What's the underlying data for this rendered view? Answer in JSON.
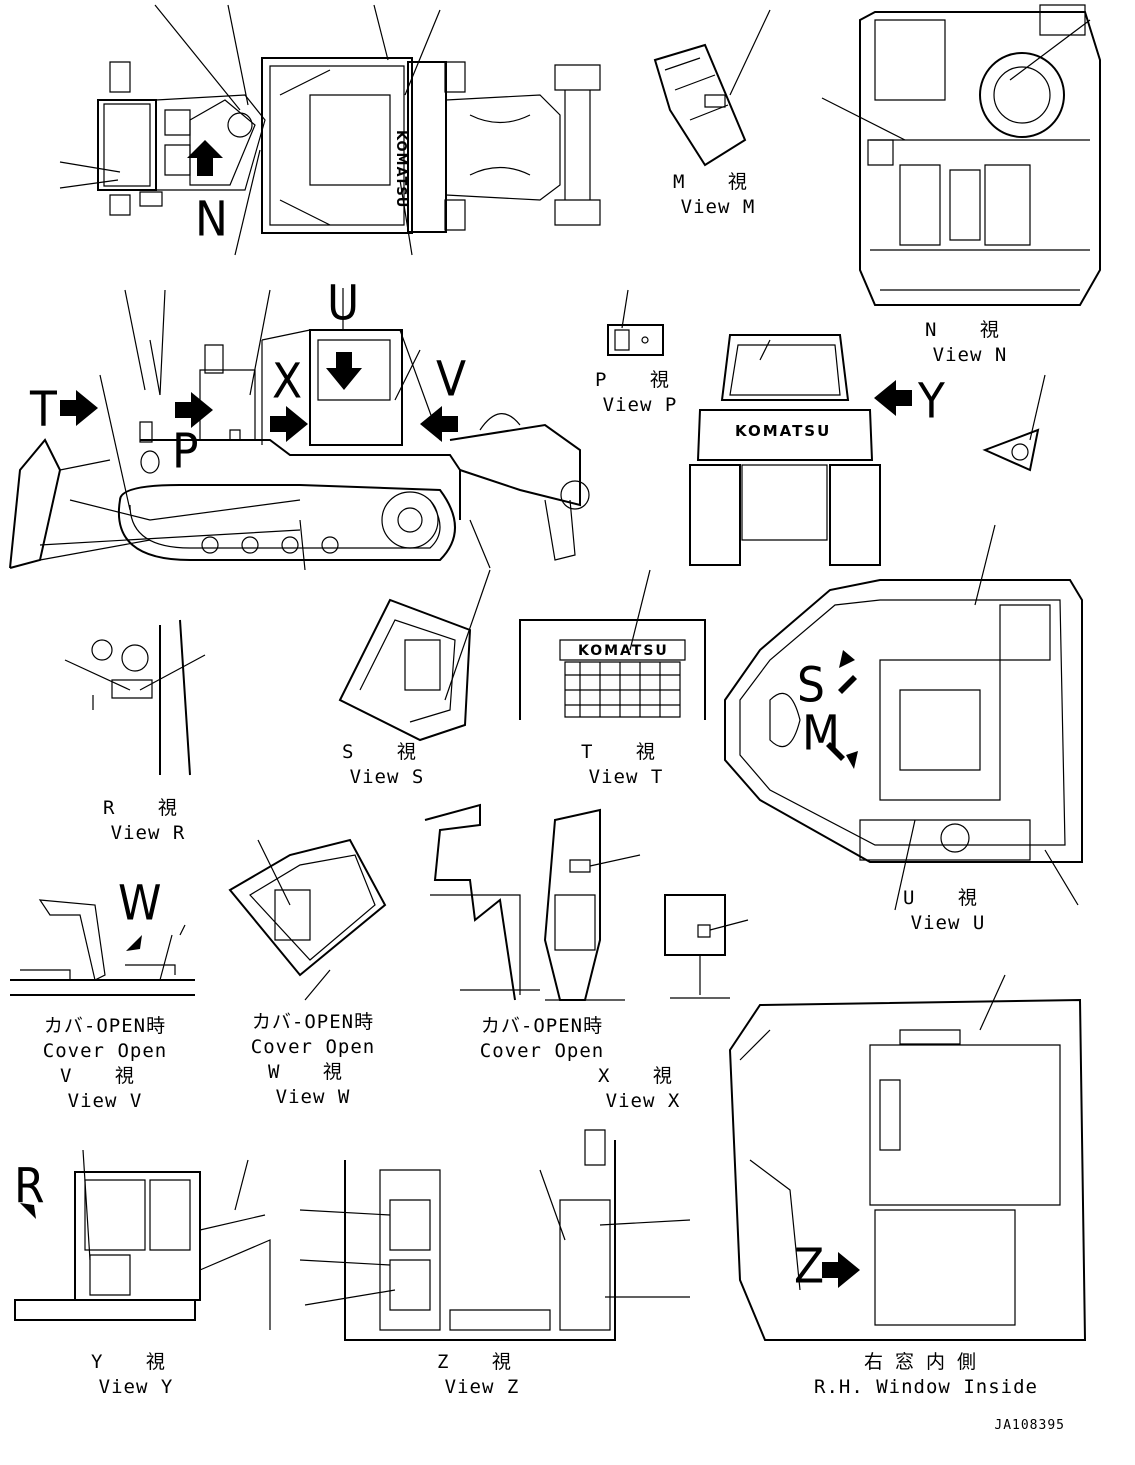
{
  "view_letters": {
    "N": "N",
    "U": "U",
    "T": "T",
    "X": "X",
    "V": "V",
    "P": "P",
    "Y": "Y",
    "S": "S",
    "M": "M",
    "W": "W",
    "R": "R",
    "Z": "Z"
  },
  "machine_brand": "KOMATSU",
  "views": {
    "m": {
      "jp": "M 視",
      "en": "View M"
    },
    "n": {
      "jp": "N 視",
      "en": "View N"
    },
    "p": {
      "jp": "P 視",
      "en": "View P"
    },
    "r": {
      "jp": "R 視",
      "en": "View R"
    },
    "s": {
      "jp": "S 視",
      "en": "View S"
    },
    "t": {
      "jp": "T 視",
      "en": "View T"
    },
    "u": {
      "jp": "U 視",
      "en": "View U"
    },
    "v": {
      "cover_jp": "カバ-OPEN時",
      "cover_en": "Cover Open",
      "jp": "V 視",
      "en": "View V"
    },
    "w": {
      "cover_jp": "カバ-OPEN時",
      "cover_en": "Cover Open",
      "jp": "W 視",
      "en": "View W"
    },
    "x": {
      "cover_jp": "カバ-OPEN時",
      "cover_en": "Cover Open",
      "jp": "X 視",
      "en": "View X"
    },
    "y": {
      "jp": "Y 視",
      "en": "View Y"
    },
    "z": {
      "jp": "Z 視",
      "en": "View Z"
    },
    "rh_window": {
      "jp": "右窓内側",
      "en": "R.H. Window Inside"
    }
  },
  "drawing_code": "JA108395"
}
